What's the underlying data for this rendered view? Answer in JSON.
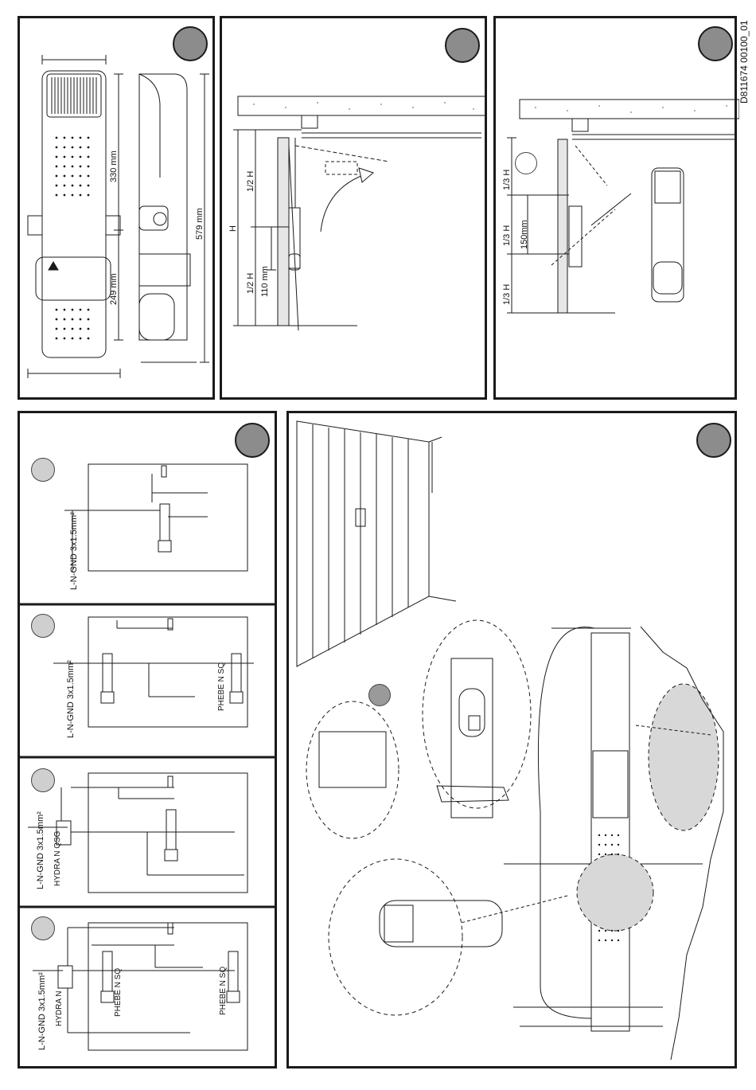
{
  "document_code": "D811674 00100_01",
  "panel1": {
    "dim_upper": "330 mm",
    "dim_lower": "249 mm",
    "dim_total": "579 mm"
  },
  "panel2": {
    "label_h": "H",
    "label_half_top": "1/2 H",
    "label_half_bottom": "1/2 H",
    "label_110": "110 mm"
  },
  "panel3": {
    "label_third_top": "1/3 H",
    "label_third_mid": "1/3 H",
    "label_third_bottom": "1/3 H",
    "label_150": "150mm"
  },
  "panel4": {
    "cable_label_a": "L-N-GND 3x1.5mm²",
    "cable_label_b": "L-N-GND 3x1.5mm²",
    "cable_label_c": "L-N-GND 3x1.5mm²",
    "cable_label_d": "L-N-GND 3x1.5mm²",
    "phebe_b": "PHEBE N SQ",
    "hydra_c": "HYDRA N QSG",
    "phebe_d1": "PHEBE N SQ",
    "phebe_d2": "PHEBE N SQ",
    "hydra_d": "HYDRA N"
  }
}
